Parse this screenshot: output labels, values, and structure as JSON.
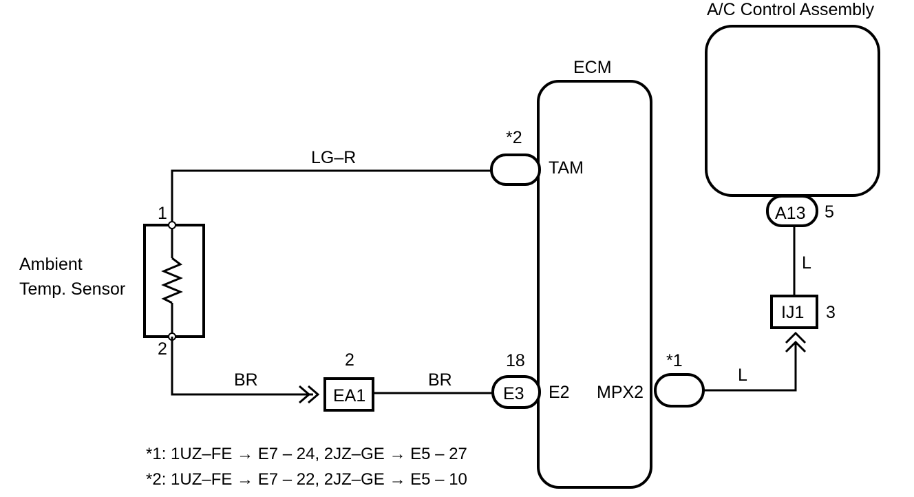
{
  "components": {
    "ac_control": "A/C Control Assembly",
    "ecm": "ECM",
    "sensor_line1": "Ambient",
    "sensor_line2": "Temp. Sensor"
  },
  "connectors": {
    "tam_note": "*2",
    "tam_pin": "TAM",
    "e2_pin_no": "18",
    "e3": "E3",
    "e2_pin": "E2",
    "mpx2_note": "*1",
    "mpx2_pin": "MPX2",
    "a13": "A13",
    "a13_pin": "5",
    "ij1": "IJ1",
    "ij1_pin": "3",
    "ea1": "EA1",
    "ea1_pin": "2",
    "sensor_pin1": "1",
    "sensor_pin2": "2"
  },
  "wires": {
    "lg_r": "LG–R",
    "br_left": "BR",
    "br_right": "BR",
    "l_vertical": "L",
    "l_horizontal": "L"
  },
  "notes": {
    "note1": "*1: 1UZ–FE → E7 – 24, 2JZ–GE → E5 – 27",
    "note2": "*2: 1UZ–FE → E7 – 22, 2JZ–GE → E5 – 10"
  }
}
